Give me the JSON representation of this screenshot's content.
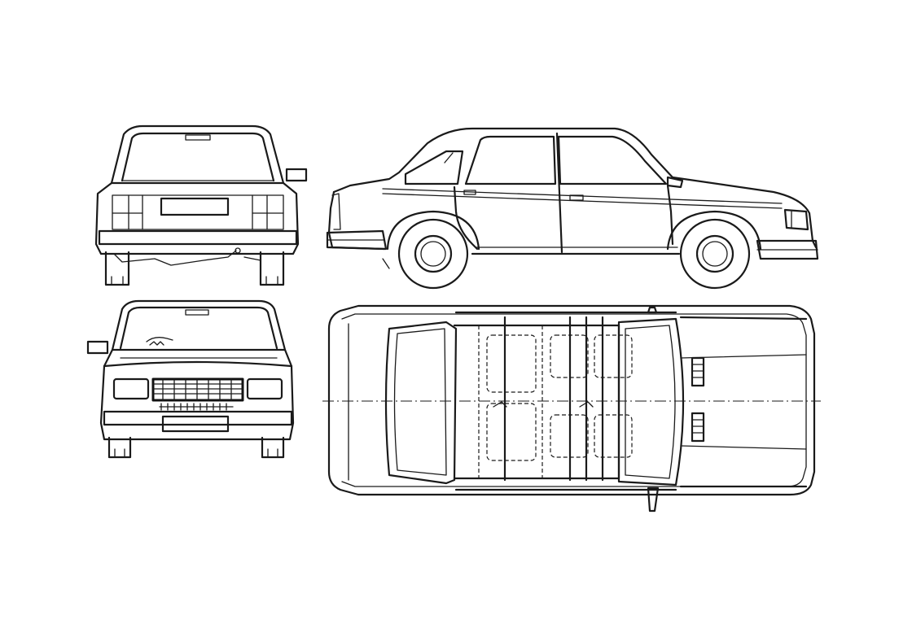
{
  "drawing": {
    "views": [
      {
        "key": "rear",
        "view": "rear"
      },
      {
        "key": "front",
        "view": "front"
      },
      {
        "key": "side",
        "view": "side (left)"
      },
      {
        "key": "top",
        "view": "top"
      }
    ],
    "line_color": "#1a1a1a",
    "background": "#ffffff",
    "front_plate_text": "",
    "rear_plate_text": ""
  }
}
